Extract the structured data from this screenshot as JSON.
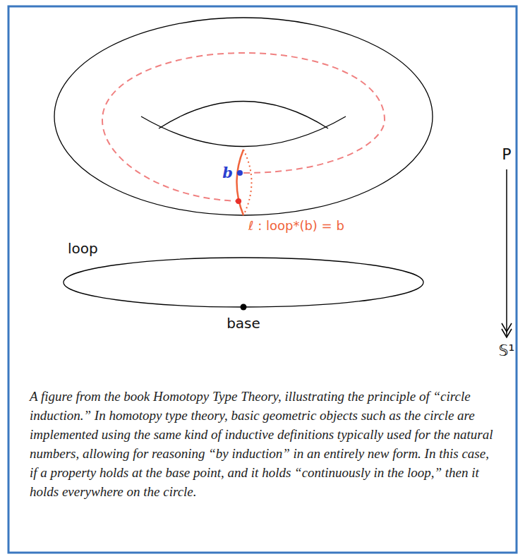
{
  "diagram": {
    "caption": "A figure from the book Homotopy Type Theory, illustrating the principle of “circle induction.” In homotopy type theory, basic geometric objects such as the circle are implemented using the same kind of inductive definitions typically used for the natural numbers, allowing for reasoning “by induction” in an entirely new form. In this case, if a property holds at the base point, and it holds “continuously in the loop,” then it holds everywhere on the circle.",
    "labels": [
      "b",
      "ℓ : loop*(b) = b",
      "loop",
      "base",
      "P",
      "𝕊¹"
    ]
  }
}
